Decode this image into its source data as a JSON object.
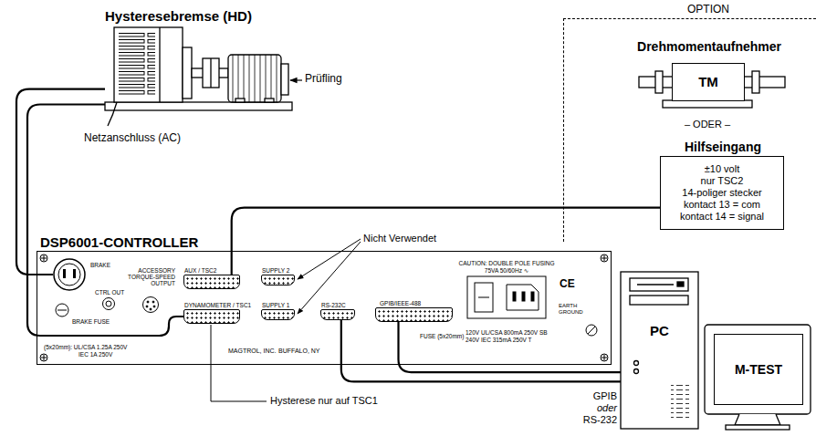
{
  "diagram": {
    "nodes": [
      {
        "text": [
          "Hysteresebremse (HD)"
        ]
      },
      {
        "text": [
          "DSP6001-CONTROLLER"
        ]
      },
      {
        "text": [
          "BRAKE"
        ],
        "in": 1
      },
      {
        "text": [
          "AUX / TSC2"
        ],
        "in": 1
      },
      {
        "text": [
          "DYNAMOMETER / TSC1"
        ],
        "in": 1
      },
      {
        "text": [
          "SUPPLY 2"
        ],
        "in": 1
      },
      {
        "text": [
          "SUPPLY 1"
        ],
        "in": 1
      },
      {
        "text": [
          "RS-232C"
        ],
        "in": 1
      },
      {
        "text": [
          "GPIB/IEEE-488"
        ],
        "in": 1
      },
      {
        "text": [
          "OPTION"
        ]
      },
      {
        "text": [
          "Drehmomentaufnehmer",
          "TM"
        ],
        "in": 9
      },
      {
        "text": [
          "Hilfseingang",
          "±10 volt",
          "nur TSC2",
          "14-poliger stecker",
          "kontact 13 = com",
          "kontact 14 = signal"
        ],
        "in": 9
      },
      {
        "text": [
          "PC"
        ]
      },
      {
        "text": [
          "M-TEST"
        ]
      }
    ],
    "edges": [
      {
        "from": 0,
        "to": 2,
        "arrow": "none"
      },
      {
        "from": 0,
        "to": 4,
        "arrow": "none"
      },
      {
        "from": 3,
        "to": 11,
        "arrow": "none"
      },
      {
        "from": 8,
        "to": 12,
        "arrow": "none"
      },
      {
        "from": 7,
        "to": 12,
        "arrow": "none"
      }
    ],
    "labels": [
      "Prüfling",
      "Netzanschluss (AC)",
      "– ODER –",
      "Nicht Verwendet",
      "Hysterese nur auf TSC1",
      "GPIB",
      "oder",
      "RS-232",
      "BRAKE FUSE",
      "CTRL OUT",
      "ACCESSORY",
      "TORQUE-SPEED",
      "OUTPUT",
      "(5x20mm): UL/CSA 1.25A 250V",
      "IEC 1A 250V",
      "MAGTROL, INC.",
      "BUFFALO, NY",
      "CAUTION: DOUBLE POLE FUSING",
      "75VA 50/60Hz ∿",
      "CE",
      "EARTH",
      "GROUND",
      "FUSE (5x20mm)",
      "120V UL/CSA 800mA 250V SB",
      "240V IEC 315mA 250V T"
    ]
  }
}
